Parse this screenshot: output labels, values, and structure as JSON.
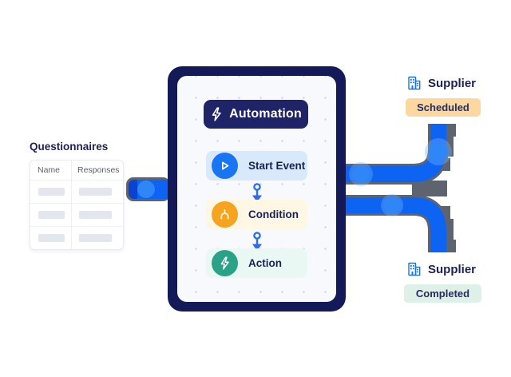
{
  "questionnaires": {
    "title": "Questionnaires",
    "columns": [
      "Name",
      "Responses"
    ],
    "placeholder_rows": 3
  },
  "automation_panel": {
    "title": "Automation",
    "title_icon": "bolt-icon",
    "steps": [
      {
        "label": "Start Event",
        "icon": "play-icon",
        "circle_color": "#1a75f2",
        "row_bg": "#d9e9fc"
      },
      {
        "label": "Condition",
        "icon": "branch-icon",
        "circle_color": "#f6a41f",
        "row_bg": "#fdf7e3"
      },
      {
        "label": "Action",
        "icon": "bolt-icon",
        "circle_color": "#2aa287",
        "row_bg": "#e9f8f3"
      }
    ]
  },
  "suppliers": [
    {
      "label": "Supplier",
      "icon": "building-icon",
      "status": "Scheduled",
      "status_bg": "#fcd8a0"
    },
    {
      "label": "Supplier",
      "icon": "building-icon",
      "status": "Completed",
      "status_bg": "#def0e8"
    }
  ],
  "colors": {
    "panel_navy": "#141a58",
    "badge_navy": "#1e2467",
    "text_navy": "#1a2157",
    "pipe_blue": "#0d63f2",
    "pipe_cap_blue": "#0a43d2",
    "packet_blue": "#2f86f6",
    "pipe_shadow_gray": "#5d646f",
    "connector_blue": "#2e6cea"
  }
}
